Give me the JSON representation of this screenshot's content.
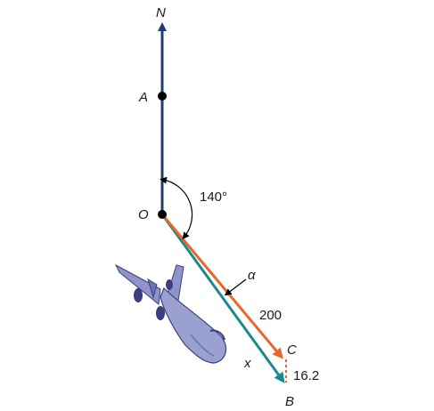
{
  "labels": {
    "north": "N",
    "point_a": "A",
    "point_o": "O",
    "point_b": "B",
    "point_c": "C",
    "angle": "140°",
    "alpha": "α",
    "length_oc": "200",
    "length_x": "x",
    "length_cb": "16.2"
  },
  "colors": {
    "north_line": "#1f3f6e",
    "course_line": "#e8672a",
    "resultant_line": "#1a8a8a",
    "point": "#000000",
    "dashed": "#c0392b",
    "plane_body": "#8f95c8",
    "plane_shadow": "#3a3f80"
  },
  "icons": {
    "airplane": "airplane-icon"
  }
}
